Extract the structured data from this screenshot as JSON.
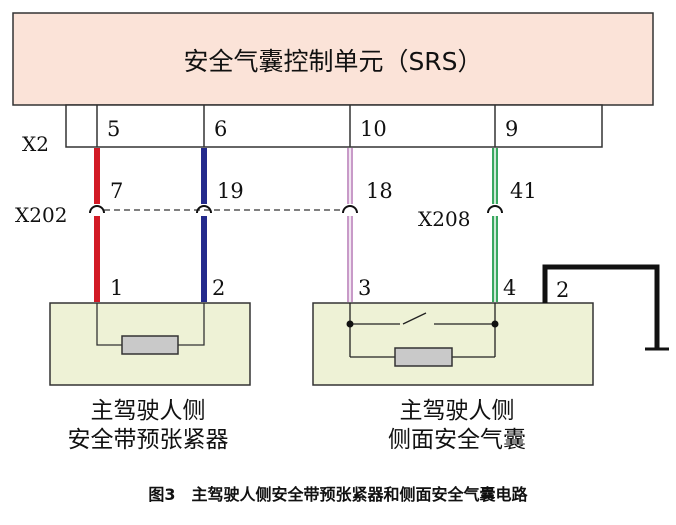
{
  "control_unit": {
    "title": "安全气囊控制单元（SRS）",
    "connector": "X2",
    "pins": [
      "5",
      "6",
      "10",
      "9"
    ]
  },
  "connectors": {
    "x202": {
      "name": "X202",
      "pins": [
        "7",
        "19"
      ]
    },
    "pin_18": "18",
    "x208": {
      "name": "X208",
      "pin": "41"
    }
  },
  "pretensioner": {
    "pins": [
      "1",
      "2"
    ],
    "label_line1": "主驾驶人侧",
    "label_line2": "安全带预张紧器"
  },
  "side_airbag": {
    "pins": [
      "3",
      "4"
    ],
    "ground_pin": "2",
    "label_line1": "主驾驶人侧",
    "label_line2": "侧面安全气囊"
  },
  "caption": "图3　主驾驶人侧安全带预张紧器和侧面安全气囊电路",
  "colors": {
    "unit_fill": "#fbe3d8",
    "component_fill": "#eef2d6",
    "wire_red": "#d21a26",
    "wire_blue": "#242a8c",
    "wire_purple_stripe": "#c89ac8",
    "wire_green_stripe": "#3aa860"
  }
}
